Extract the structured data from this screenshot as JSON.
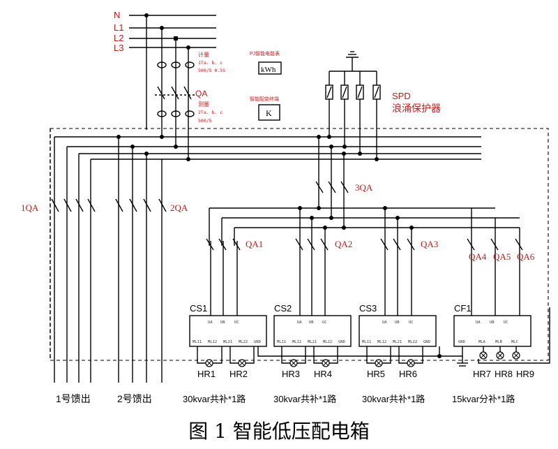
{
  "bus_labels": [
    "N",
    "L1",
    "L2",
    "L3"
  ],
  "meter": {
    "title": "计量",
    "spec1": "1Ta. b. c",
    "spec2": "500/5 0.5S"
  },
  "measure": {
    "title": "测量",
    "spec1": "2Ta. b. c",
    "spec2": "500/5"
  },
  "energy_meter": {
    "title": "PJ智能电能表",
    "symbol": "kWh"
  },
  "smart_controller": {
    "title": "智能配变终端",
    "symbol": "K"
  },
  "main_breaker": "QA",
  "spd": {
    "code": "SPD",
    "name": "浪涌保护器"
  },
  "breakers": {
    "b1": "1QA",
    "b2": "2QA",
    "b3": "3QA",
    "qa1": "QA1",
    "qa2": "QA2",
    "qa3": "QA3",
    "qa4": "QA4",
    "qa5": "QA5",
    "qa6": "QA6"
  },
  "modules": [
    {
      "name": "CS1",
      "top": [
        "UA",
        "UB",
        "UC"
      ],
      "bottom": [
        "ML11",
        "ML12",
        "ML21",
        "ML22",
        "GND"
      ],
      "lamps": [
        "HR1",
        "HR2"
      ]
    },
    {
      "name": "CS2",
      "top": [
        "UA",
        "UB",
        "UC"
      ],
      "bottom": [
        "ML11",
        "ML12",
        "ML21",
        "ML22",
        "GND"
      ],
      "lamps": [
        "HR3",
        "HR4"
      ]
    },
    {
      "name": "CS3",
      "top": [
        "UA",
        "UB",
        "UC"
      ],
      "bottom": [
        "ML11",
        "ML12",
        "ML21",
        "ML22",
        "GND"
      ],
      "lamps": [
        "HR5",
        "HR6"
      ]
    },
    {
      "name": "CF1",
      "top": [
        "UA",
        "UB",
        "UC"
      ],
      "bottom": [
        "GND",
        "MLA",
        "MLB",
        "MLC"
      ],
      "lamps": [
        "HR7",
        "HR8",
        "HR9"
      ]
    }
  ],
  "feeders": [
    "1号馈出",
    "2号馈出"
  ],
  "compensation": [
    "30kvar共补*1路",
    "30kvar共补*1路",
    "30kvar共补*1路",
    "15kvar分补*1路"
  ],
  "caption": "图 1 智能低压配电箱"
}
